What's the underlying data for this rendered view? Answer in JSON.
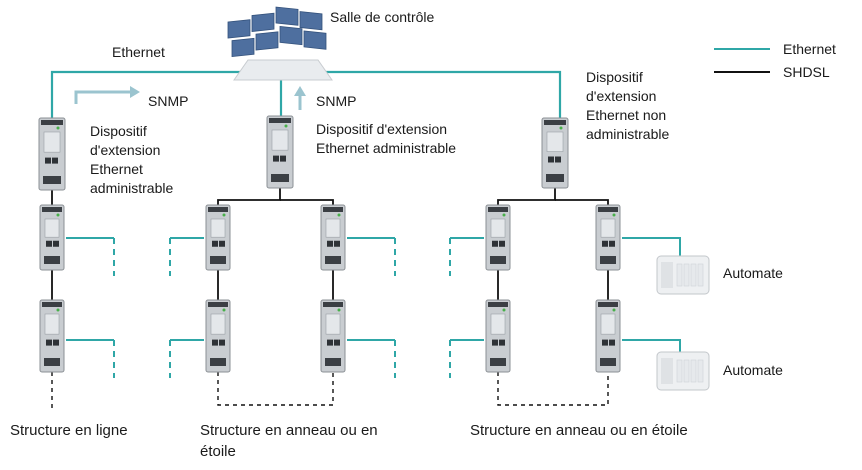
{
  "title": "Salle de contrôle",
  "labels": {
    "ethernet_trunk": "Ethernet",
    "snmp_left": "SNMP",
    "snmp_center": "SNMP",
    "device_left": [
      "Dispositif",
      "d'extension",
      "Ethernet",
      "administrable"
    ],
    "device_center": [
      "Dispositif d'extension",
      "Ethernet administrable"
    ],
    "device_right": [
      "Dispositif",
      "d'extension",
      "Ethernet non",
      "administrable"
    ],
    "plc_top": "Automate",
    "plc_bottom": "Automate"
  },
  "legend": [
    {
      "name": "Ethernet",
      "color": "#2fa7a7"
    },
    {
      "name": "SHDSL",
      "color": "#111111"
    }
  ],
  "structures": {
    "line": "Structure en ligne",
    "ring_star_center": [
      "Structure en anneau ou en",
      "étoile"
    ],
    "ring_star_right": "Structure en anneau ou en étoile"
  },
  "colors": {
    "ethernet": "#2fa7a7",
    "shdsl": "#111111",
    "snmp_arrow": "#9bc4cf",
    "device_body": "#c9cdd1",
    "monitor": "#4e6f9f"
  }
}
